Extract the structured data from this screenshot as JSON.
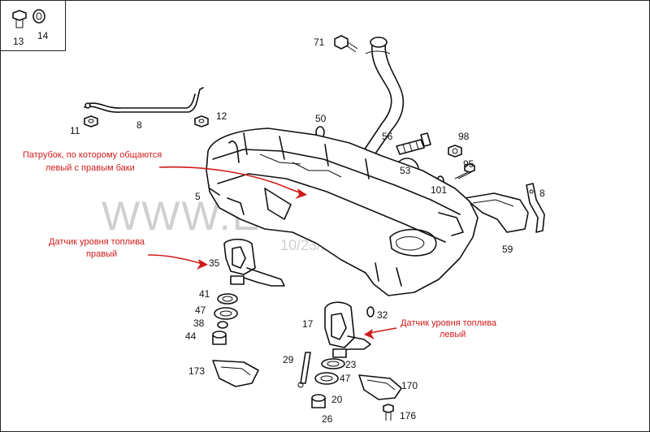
{
  "watermark": {
    "text": "WWW.ELCATS.RU",
    "date": "10/23/2010"
  },
  "annotations": {
    "crossover": [
      "Патрубок, по которому общаются",
      "левый с правым баки"
    ],
    "right_sender": [
      "Датчик уровня топлива",
      "правый"
    ],
    "left_sender": [
      "Датчик уровня топлива",
      "левый"
    ]
  },
  "inset": {
    "labels": [
      "13",
      "14"
    ]
  },
  "callouts": {
    "n71": "71",
    "n11": "11",
    "n8a": "8",
    "n12": "12",
    "n50": "50",
    "n56": "56",
    "n98": "98",
    "n53": "53",
    "n95": "95",
    "n101": "101",
    "n8b": "8",
    "n5": "5",
    "n59": "59",
    "n35": "35",
    "n41": "41",
    "n47a": "47",
    "n38": "38",
    "n44": "44",
    "n173": "173",
    "n32": "32",
    "n17": "17",
    "n29": "29",
    "n23": "23",
    "n47b": "47",
    "n170": "170",
    "n20": "20",
    "n176": "176",
    "n26": "26"
  }
}
